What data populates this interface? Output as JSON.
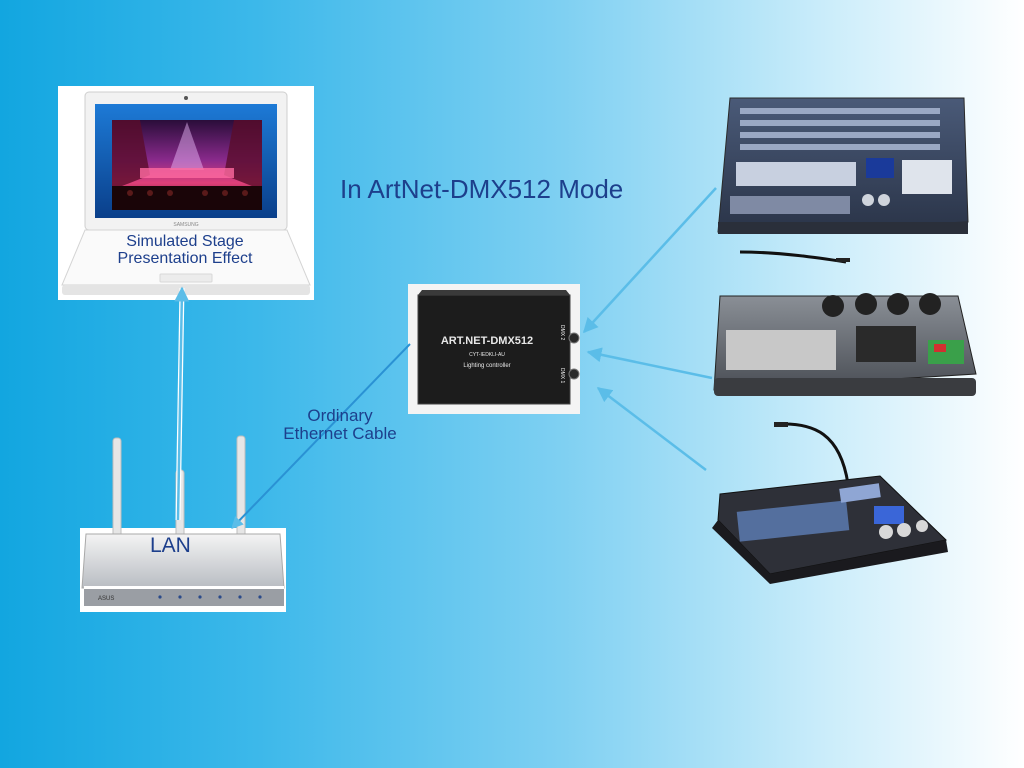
{
  "diagram": {
    "title": "In ArtNet-DMX512 Mode",
    "laptop": {
      "brand": "SAMSUNG",
      "caption_line1": "Simulated Stage",
      "caption_line2": "Presentation Effect"
    },
    "router": {
      "label": "LAN",
      "brand": "ASUS"
    },
    "cable": {
      "label_line1": "Ordinary",
      "label_line2": "Ethernet Cable"
    },
    "controller": {
      "name": "ART.NET-DMX512",
      "model": "CYT-IEDKLI-AU",
      "subtitle": "Lighting controller",
      "port1": "DMX 2",
      "port2": "DMX 1"
    },
    "colors": {
      "arrow": "#5bbde8",
      "label_text": "#1d3f8c"
    }
  }
}
